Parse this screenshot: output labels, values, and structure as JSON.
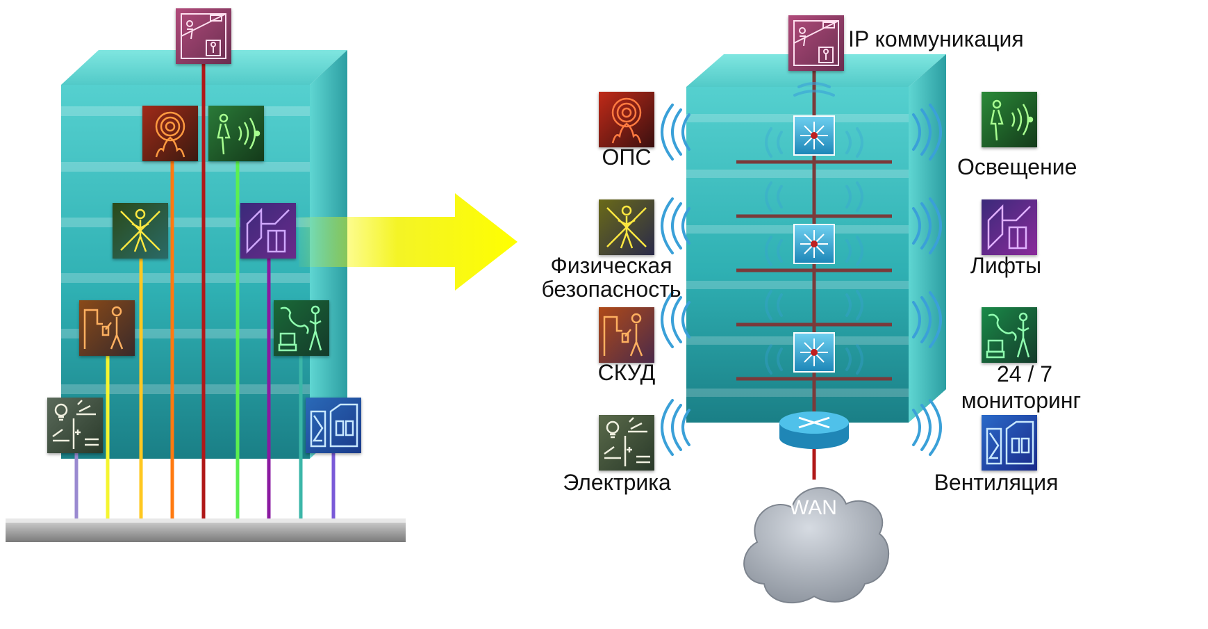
{
  "labels": {
    "ip_comm": "IP коммуникация",
    "ops": "ОПС",
    "lighting": "Освещение",
    "physical_security_1": "Физическая",
    "physical_security_2": "безопасность",
    "elevators": "Лифты",
    "skud": "СКУД",
    "monitoring_1": "24 / 7",
    "monitoring_2": "мониторинг",
    "electrical": "Электрика",
    "ventilation": "Вентиляция",
    "wan": "WAN"
  },
  "icons": {
    "ip_comm": "surveillance-camera-icon",
    "ops": "fire-alarm-icon",
    "lighting": "lighting-sensor-icon",
    "physical_security": "restricted-person-icon",
    "elevators": "elevator-icon",
    "skud": "access-control-icon",
    "monitoring": "phone-monitoring-icon",
    "electrical": "electrical-switch-icon",
    "ventilation": "ventilation-icon"
  },
  "colors": {
    "building": "#3fbcbc",
    "arrow": "#ffff00",
    "backbone": "#7a3a3a",
    "wave": "#3aa0d8",
    "cloud": "#aeb4bd"
  }
}
